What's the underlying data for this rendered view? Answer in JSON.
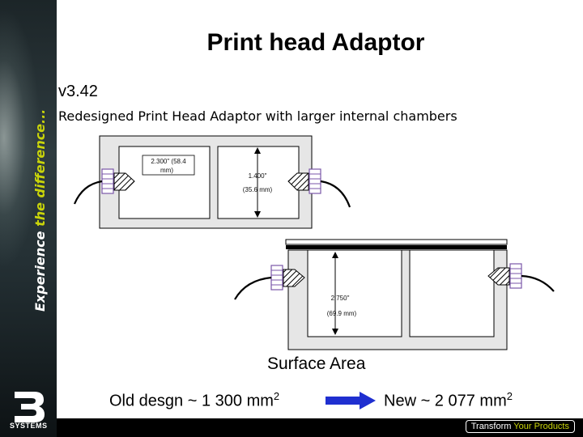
{
  "sidebar": {
    "tagline_part1": "Experience ",
    "tagline_part2": "the difference...",
    "logo_text": "SYSTEMS"
  },
  "footer": {
    "slogan_part1": "Transform ",
    "slogan_part2": "Your Products"
  },
  "slide": {
    "title": "Print head Adaptor",
    "version": "v3.42",
    "description": "Redesigned Print Head Adaptor with larger internal chambers"
  },
  "old_design": {
    "chamber_width_label_line1": "2.300\" (58.4",
    "chamber_width_label_line2": "mm)",
    "chamber_height_label_line1": "1.400\"",
    "chamber_height_label_line2": "(35.6 mm)"
  },
  "new_design": {
    "chamber_height_label_line1": "2.750\"",
    "chamber_height_label_line2": "(69.9 mm)"
  },
  "comparison": {
    "label": "Surface Area",
    "old_prefix": "Old desgn ~ 1 300 mm",
    "old_sup": "2",
    "new_prefix": "New ~ 2 077 mm",
    "new_sup": "2"
  },
  "colors": {
    "accent_yellow": "#c9d40a",
    "arrow_blue": "#1f2fd0",
    "fitting_purple": "#7a56a8",
    "wall_gray": "#e6e6e6"
  }
}
